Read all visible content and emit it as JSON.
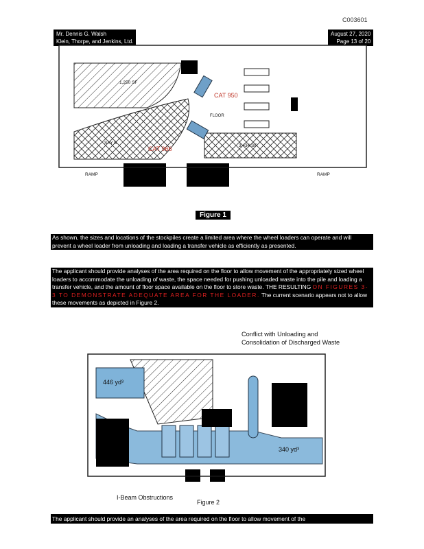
{
  "document": {
    "doc_id": "C003601",
    "header_left": [
      "Mr. Dennis G. Walsh",
      "Klein, Thorpe, and Jenkins, Ltd."
    ],
    "header_right": [
      "August 27, 2020",
      "Page 13 of 20"
    ]
  },
  "figure1": {
    "caption": "Figure 1",
    "labels": {
      "cat_top": "CAT 950",
      "cat_bottom": "CAT 966",
      "pile_left": "1,250 SF",
      "pile_mid": "SAY B",
      "pile_right": "3,434 SF",
      "ramp_left": "RAMP",
      "ramp_right": "RAMP",
      "floor": "FLOOR"
    }
  },
  "paragraph1": "As shown, the sizes and locations of the stockpiles create a limited area where the wheel loaders can operate and will prevent a wheel loader from unloading and loading a transfer vehicle as efficiently as presented.",
  "paragraph2": {
    "text": "The applicant should provide analyses of the area required on the floor to allow movement of the appropriately sized wheel loaders to accommodate the unloading of waste, the space needed for pushing unloaded waste into the pile and loading a transfer vehicle, and the amount of floor space available on the floor to store waste. THE RESULTING",
    "red_line": "ON FIGURES 3-3 TO DEMONSTRATE ADEQUATE AREA FOR THE LOADER.",
    "tail": "The current scenario appears not to allow these movements as depicted in Figure 2."
  },
  "figure2": {
    "callout": [
      "Conflict with Unloading and",
      "Consolidation of Discharged Waste"
    ],
    "pile_left": "446 yd³",
    "pile_right": "340 yd³",
    "ibeam_label": "I-Beam Obstructions",
    "caption": "Figure 2"
  },
  "paragraph3": "The applicant should provide an analyses of the area required on the floor to allow movement of the",
  "colors": {
    "redaction": "#000000",
    "red_text": "#e02020",
    "pile_blue": "#7fb3d9"
  }
}
